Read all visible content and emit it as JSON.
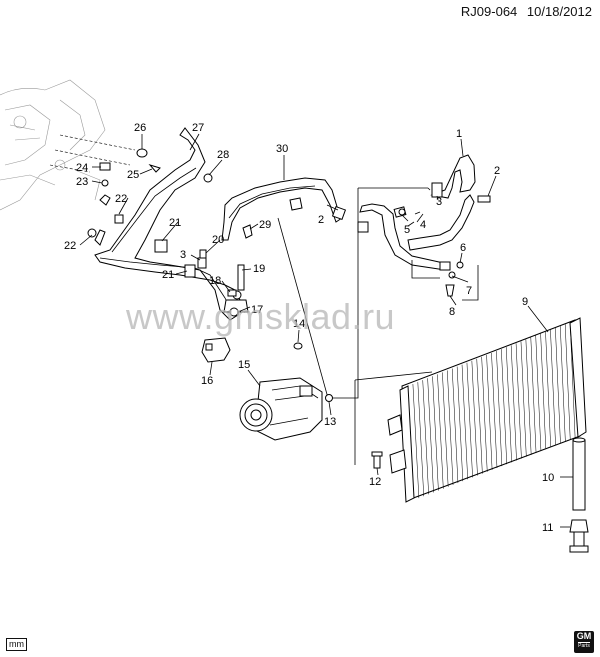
{
  "header": {
    "code": "RJ09-064",
    "date": "10/18/2012"
  },
  "footer": {
    "unit": "mm",
    "logo_text": "GM",
    "logo_sub": "Parts"
  },
  "watermark": "www.gmsklad.ru",
  "callouts": [
    {
      "id": "c1",
      "label": "1"
    },
    {
      "id": "c2a",
      "label": "2"
    },
    {
      "id": "c2b",
      "label": "2"
    },
    {
      "id": "c3a",
      "label": "3"
    },
    {
      "id": "c3b",
      "label": "3"
    },
    {
      "id": "c4",
      "label": "4"
    },
    {
      "id": "c5",
      "label": "5"
    },
    {
      "id": "c6",
      "label": "6"
    },
    {
      "id": "c7",
      "label": "7"
    },
    {
      "id": "c8",
      "label": "8"
    },
    {
      "id": "c9",
      "label": "9"
    },
    {
      "id": "c10",
      "label": "10"
    },
    {
      "id": "c11",
      "label": "11"
    },
    {
      "id": "c12",
      "label": "12"
    },
    {
      "id": "c13",
      "label": "13"
    },
    {
      "id": "c14",
      "label": "14"
    },
    {
      "id": "c15",
      "label": "15"
    },
    {
      "id": "c16",
      "label": "16"
    },
    {
      "id": "c17",
      "label": "17"
    },
    {
      "id": "c18",
      "label": "18"
    },
    {
      "id": "c19",
      "label": "19"
    },
    {
      "id": "c20",
      "label": "20"
    },
    {
      "id": "c21a",
      "label": "21"
    },
    {
      "id": "c21b",
      "label": "21"
    },
    {
      "id": "c22a",
      "label": "22"
    },
    {
      "id": "c22b",
      "label": "22"
    },
    {
      "id": "c23",
      "label": "23"
    },
    {
      "id": "c24",
      "label": "24"
    },
    {
      "id": "c25",
      "label": "25"
    },
    {
      "id": "c26",
      "label": "26"
    },
    {
      "id": "c27",
      "label": "27"
    },
    {
      "id": "c28",
      "label": "28"
    },
    {
      "id": "c29",
      "label": "29"
    },
    {
      "id": "c30",
      "label": "30"
    }
  ]
}
